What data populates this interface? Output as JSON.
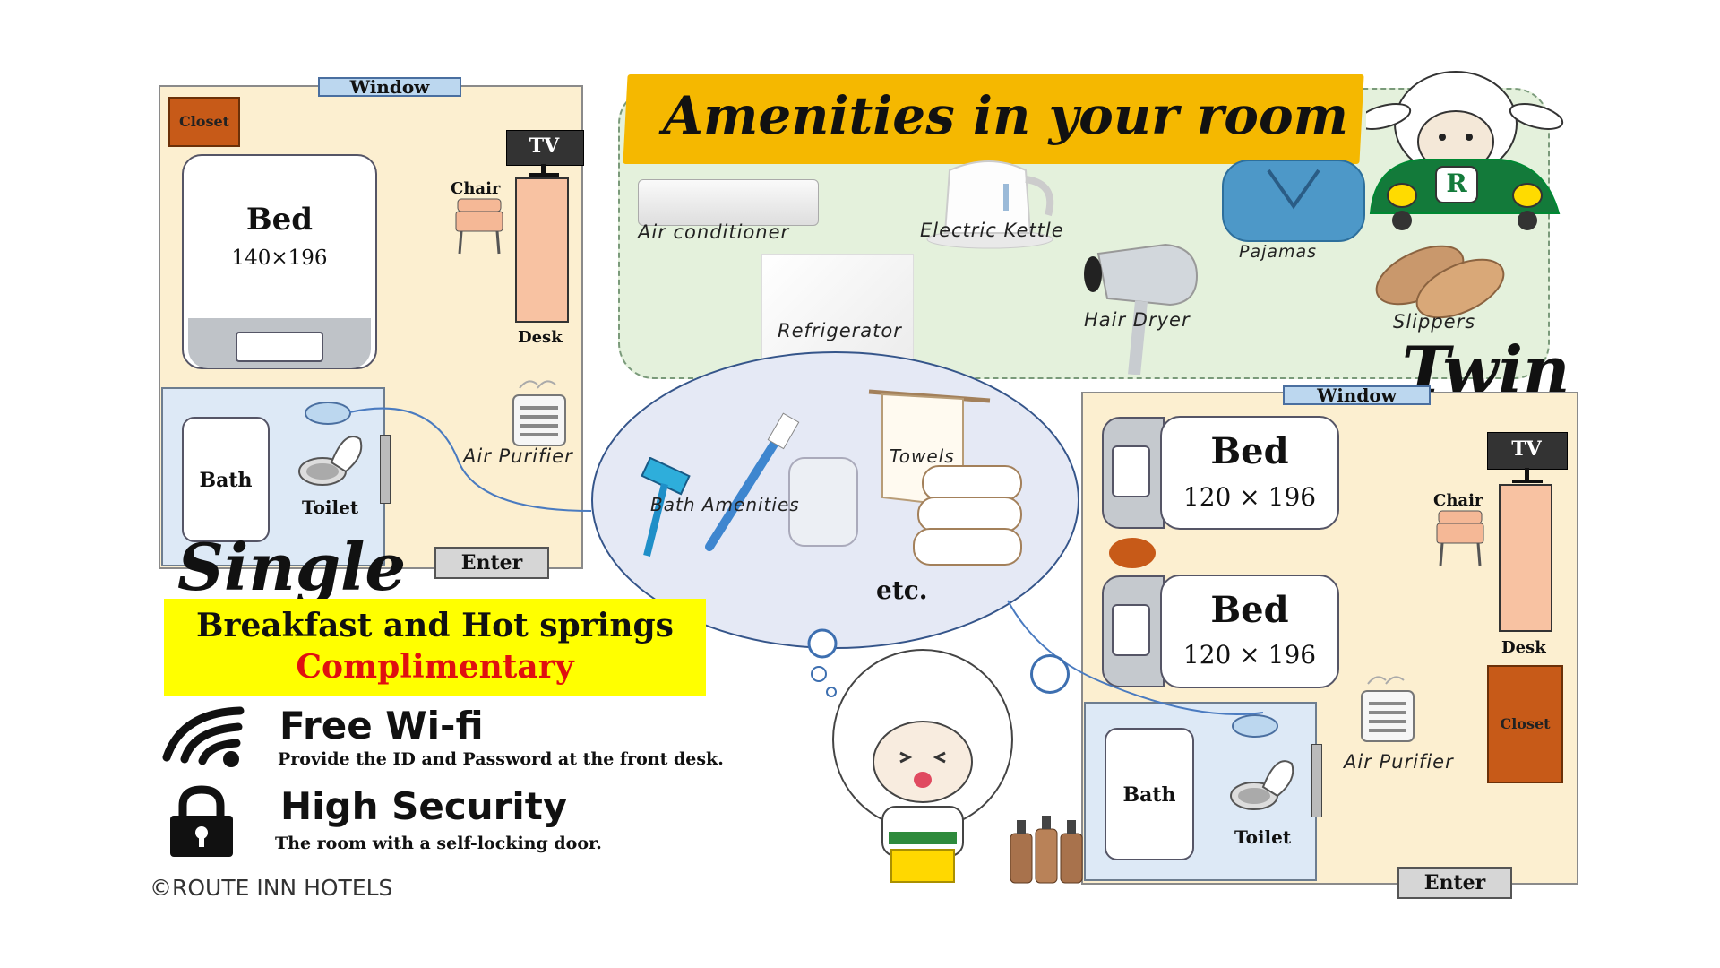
{
  "single": {
    "window": "Window",
    "closet": "Closet",
    "tv": "TV",
    "bed": "Bed",
    "bed_size": "140×196",
    "chair": "Chair",
    "desk": "Desk",
    "bath": "Bath",
    "toilet": "Toilet",
    "air_purifier": "Air Purifier",
    "enter": "Enter",
    "title": "Single"
  },
  "amenities": {
    "title": "Amenities in your room",
    "items": [
      "Air conditioner",
      "Electric Kettle",
      "Pajamas",
      "Refrigerator",
      "Hair Dryer",
      "Slippers"
    ],
    "bath_amenities": "Bath Amenities",
    "towels": "Towels",
    "etc": "etc."
  },
  "twin": {
    "title": "Twin",
    "window": "Window",
    "tv": "TV",
    "bed1": "Bed",
    "bed1_size": "120 × 196",
    "bed2": "Bed",
    "bed2_size": "120 × 196",
    "chair": "Chair",
    "desk": "Desk",
    "closet": "Closet",
    "air_purifier": "Air Purifier",
    "bath": "Bath",
    "toilet": "Toilet",
    "enter": "Enter"
  },
  "promo": {
    "line1": "Breakfast and Hot springs",
    "line2": "Complimentary",
    "wifi_title": "Free Wi-fi",
    "wifi_desc": "Provide the ID and Password at the front desk.",
    "security_title": "High Security",
    "security_desc": "The room with a self-locking door."
  },
  "copyright": "©ROUTE INN HOTELS",
  "car_badge": "R",
  "colors": {
    "banner": "#f5b800",
    "panel": "#e4f1dc",
    "complimentary": "#e01010",
    "promo_bg": "#ffff00",
    "closet": "#c75a18"
  }
}
